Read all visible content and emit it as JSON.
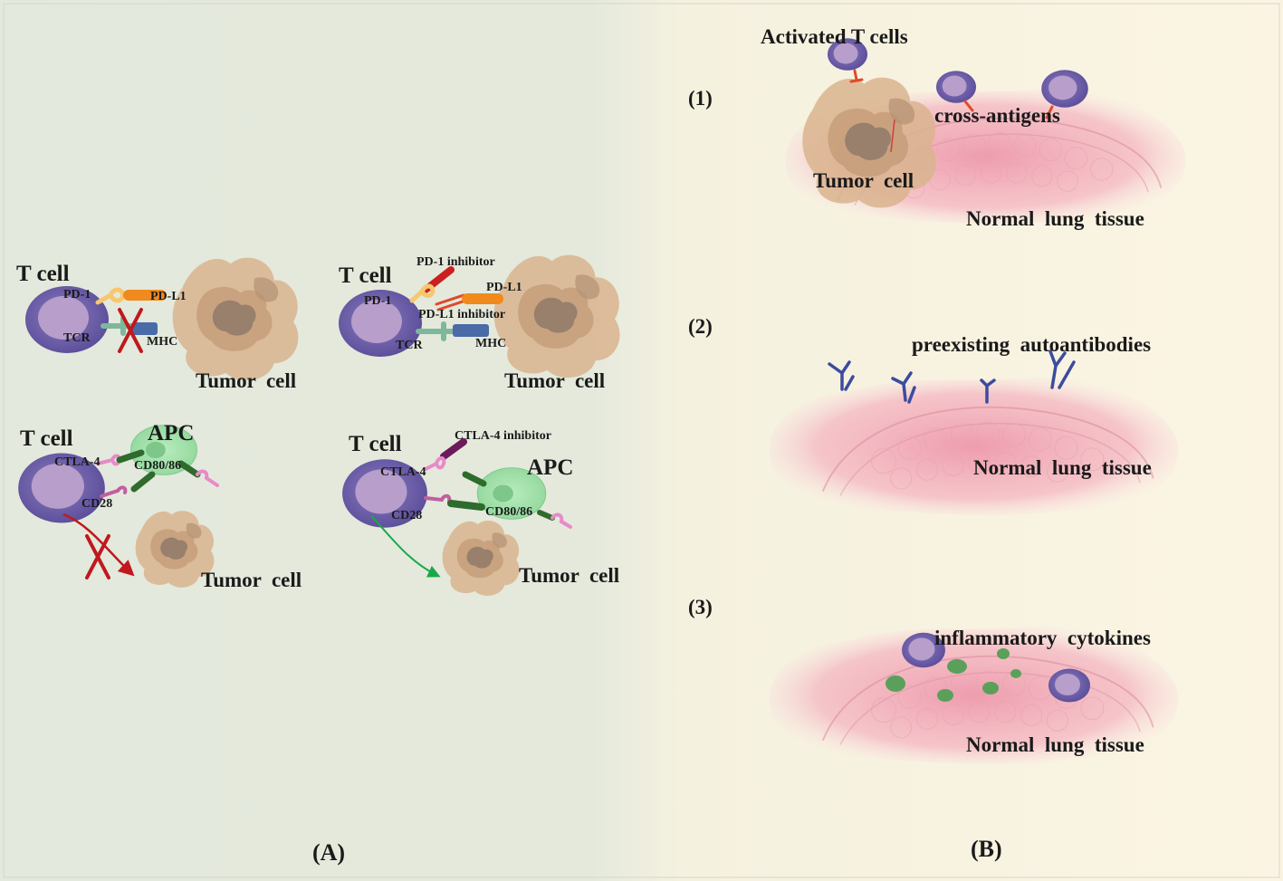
{
  "panel_a": {
    "label": "(A)",
    "q1": {
      "t_cell": "T cell",
      "pd1": "PD-1",
      "pdl1": "PD-L1",
      "tcr": "TCR",
      "mhc": "MHC",
      "tumor": "Tumor  cell"
    },
    "q2": {
      "t_cell": "T cell",
      "pd1_inhibitor": "PD-1 inhibitor",
      "pd1": "PD-1",
      "pdl1": "PD-L1",
      "pdl1_inhibitor": "PD-L1 inhibitor",
      "tcr": "TCR",
      "mhc": "MHC",
      "tumor": "Tumor  cell"
    },
    "q3": {
      "t_cell": "T cell",
      "apc": "APC",
      "ctla4": "CTLA-4",
      "cd80_86": "CD80/86",
      "cd28": "CD28",
      "tumor": "Tumor  cell"
    },
    "q4": {
      "t_cell": "T cell",
      "ctla4_inhibitor": "CTLA-4 inhibitor",
      "apc": "APC",
      "ctla4": "CTLA-4",
      "cd28": "CD28",
      "cd80_86": "CD80/86",
      "tumor": "Tumor  cell"
    }
  },
  "panel_b": {
    "label": "(B)",
    "s1": {
      "num": "(1)",
      "activated": "Activated T cells",
      "cross": "cross-antigens",
      "tumor": "Tumor  cell",
      "normal": "Normal  lung  tissue"
    },
    "s2": {
      "num": "(2)",
      "autoantibodies": "preexisting  autoantibodies",
      "normal": "Normal  lung  tissue"
    },
    "s3": {
      "num": "(3)",
      "cytokines": "inflammatory  cytokines",
      "normal": "Normal  lung  tissue"
    }
  },
  "colors": {
    "left_bg": "#e3e9dc",
    "right_bg": "#fbf4e3",
    "t_cell": "#6a5ca4",
    "t_cell_nucleus": "#b79ecb",
    "apc": "#9fe0a8",
    "tumor": "#d9b48e",
    "lung": "#f1a9b8",
    "pd1": "#f7c76e",
    "pdl1": "#f08a1c",
    "inhibitor_red": "#cc1f1f",
    "ctla4": "#e88ac8",
    "cd80": "#2f6b2c",
    "block_x": "#c0181e",
    "success_arrow": "#18a84a",
    "antibody": "#3b4c9e",
    "cytokine": "#5aa05a"
  }
}
